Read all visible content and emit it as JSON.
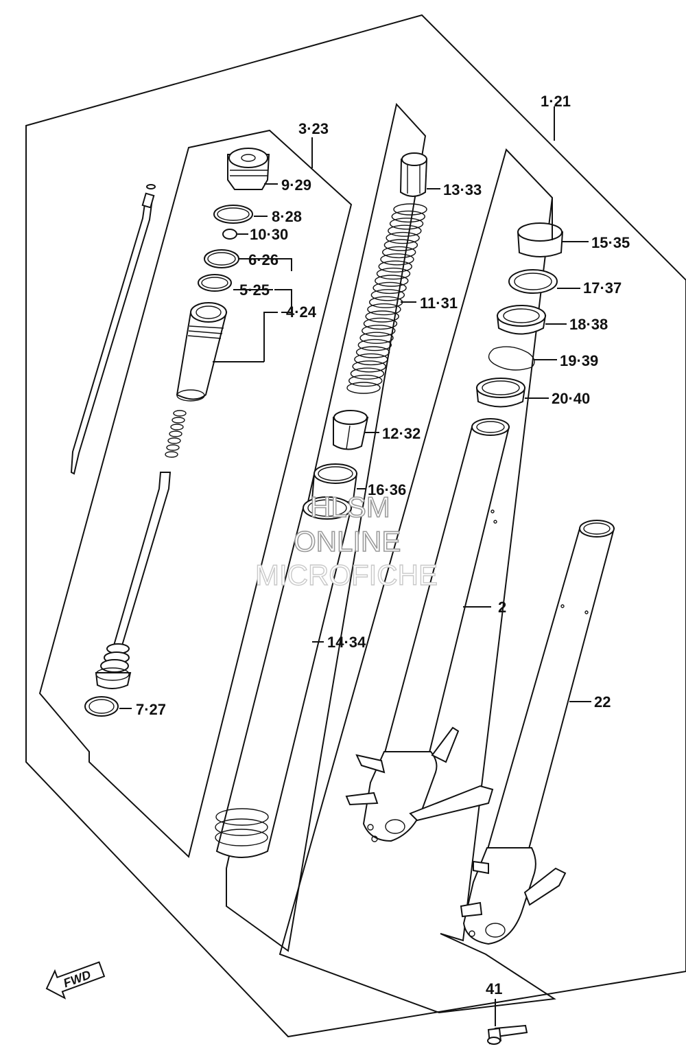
{
  "diagram": {
    "labels": {
      "l_1_21": "1·21",
      "l_3_23": "3·23",
      "l_9_29": "9·29",
      "l_8_28": "8·28",
      "l_10_30": "10·30",
      "l_6_26": "6·26",
      "l_5_25": "5·25",
      "l_4_24": "4·24",
      "l_7_27": "7·27",
      "l_13_33": "13·33",
      "l_11_31": "11·31",
      "l_12_32": "12·32",
      "l_16_36": "16·36",
      "l_14_34": "14·34",
      "l_15_35": "15·35",
      "l_17_37": "17·37",
      "l_18_38": "18·38",
      "l_19_39": "19·39",
      "l_20_40": "20·40",
      "l_2": "2",
      "l_22": "22",
      "l_41": "41"
    },
    "fwd_arrow": "FWD",
    "watermark": [
      "HLSM",
      "ONLINE",
      "MICROFICHE"
    ]
  }
}
